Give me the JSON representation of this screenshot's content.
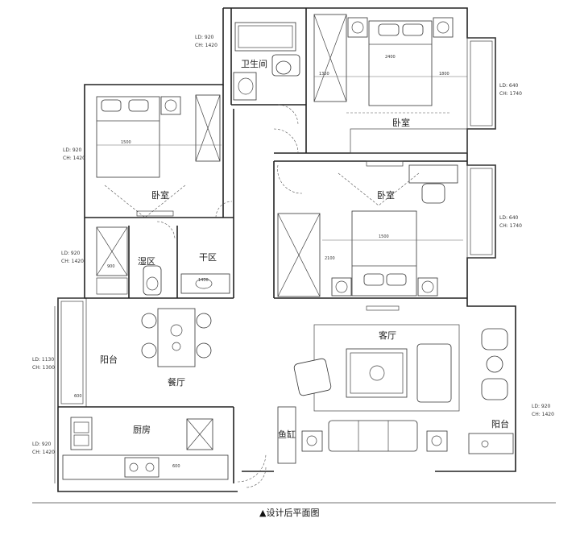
{
  "rooms": {
    "bathroom": "卫生间",
    "bedroom_master": "卧室",
    "bedroom_left": "卧室",
    "bedroom_middle": "卧室",
    "wet_area": "湿区",
    "dry_area": "干区",
    "balcony_left": "阳台",
    "dining": "餐厅",
    "living": "客厅",
    "kitchen": "厨房",
    "fish_tank": "鱼缸",
    "balcony_right": "阳台"
  },
  "window_labels": [
    {
      "ld": "LD: 920",
      "ch": "CH: 1420"
    },
    {
      "ld": "LD: 640",
      "ch": "CH: 1740"
    },
    {
      "ld": "LD: 920",
      "ch": "CH: 1420"
    },
    {
      "ld": "LD: 640",
      "ch": "CH: 1740"
    },
    {
      "ld": "LD: 920",
      "ch": "CH: 1420"
    },
    {
      "ld": "LD: 1130",
      "ch": "CH: 1300"
    },
    {
      "ld": "LD: 920",
      "ch": "CH: 1420"
    },
    {
      "ld": "LD: 920",
      "ch": "CH: 1420"
    }
  ],
  "dimensions": [
    "1500",
    "2400",
    "1800",
    "1350",
    "1500",
    "2100",
    "900",
    "600",
    "1400",
    "600"
  ],
  "caption": "▲设计后平面图"
}
